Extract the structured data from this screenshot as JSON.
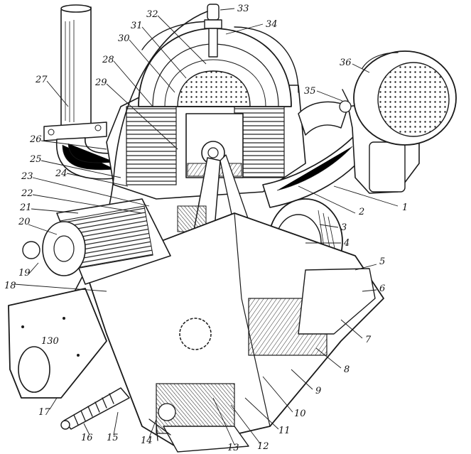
{
  "figure": {
    "callouts": [
      "1",
      "2",
      "3",
      "4",
      "5",
      "6",
      "7",
      "8",
      "9",
      "10",
      "11",
      "12",
      "13",
      "14",
      "15",
      "16",
      "17",
      "18",
      "19",
      "20",
      "21",
      "22",
      "23",
      "24",
      "25",
      "26",
      "27",
      "28",
      "29",
      "30",
      "31",
      "32",
      "33",
      "34",
      "35",
      "36"
    ],
    "plate_text": "130"
  }
}
